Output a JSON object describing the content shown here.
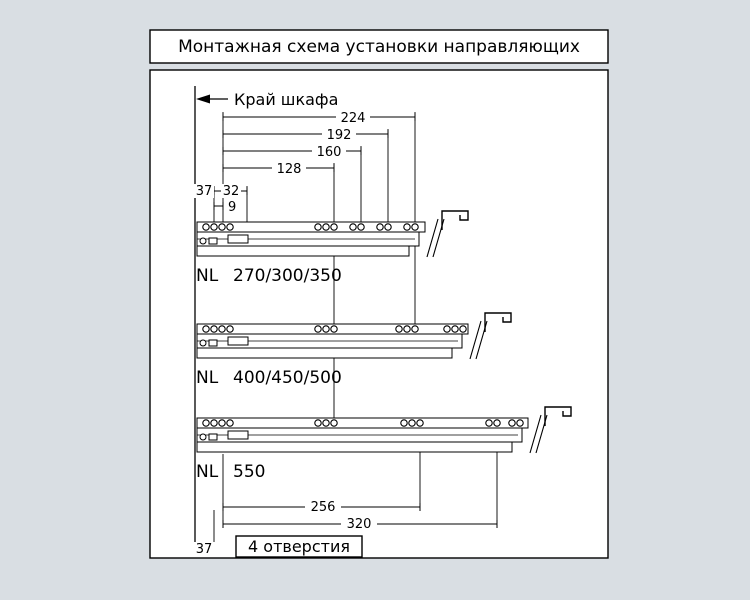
{
  "title": "Монтажная схема установки направляющих",
  "edge_label": "Край шкафа",
  "dims": {
    "d224": "224",
    "d192": "192",
    "d160": "160",
    "d128": "128",
    "d37_top": "37",
    "d32": "32",
    "d9": "9",
    "d256": "256",
    "d320": "320",
    "d37_bottom": "37"
  },
  "slides": [
    {
      "prefix": "NL",
      "sizes": "270/300/350"
    },
    {
      "prefix": "NL",
      "sizes": "400/450/500"
    },
    {
      "prefix": "NL",
      "sizes": "550"
    }
  ],
  "holes_note": "4 отверстия",
  "colors": {
    "background": "#d9dee3",
    "surface": "#ffffff",
    "line": "#000000"
  }
}
